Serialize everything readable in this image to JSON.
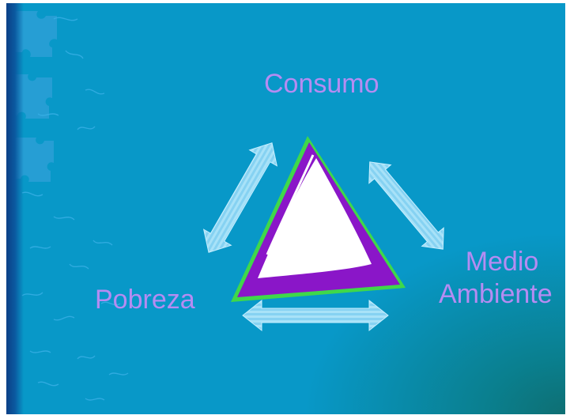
{
  "diagram": {
    "nodes": {
      "top": "Consumo",
      "left": "Pobreza",
      "right_line1": "Medio",
      "right_line2": "Ambiente"
    },
    "colors": {
      "background": "#0898c8",
      "label_text": "#b58cf2",
      "triangle_fill": "#ffffff",
      "triangle_border": "#8a16c8",
      "triangle_outline": "#3fd84a",
      "arrow_fill": "#8fd8f4"
    },
    "connectors": [
      "double-arrow-top-left",
      "double-arrow-top-right",
      "double-arrow-bottom"
    ]
  }
}
